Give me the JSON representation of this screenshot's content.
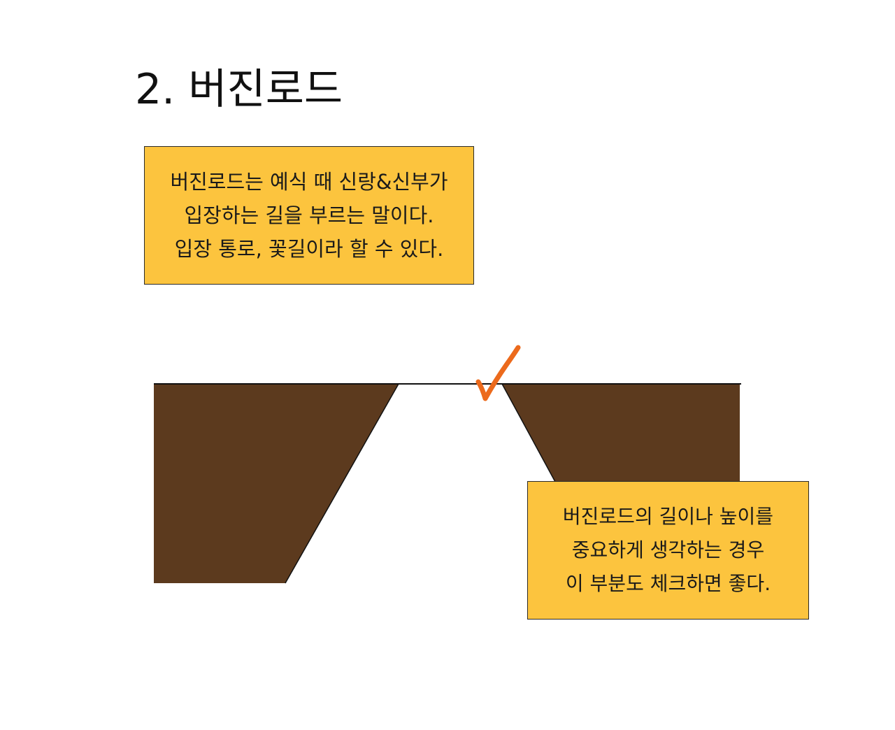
{
  "title": "2. 버진로드",
  "note_top": {
    "lines": [
      "버진로드는 예식 때 신랑&신부가",
      "입장하는 길을 부르는 말이다.",
      "입장 통로, 꽃길이라 할 수 있다."
    ]
  },
  "note_bottom": {
    "lines": [
      "버진로드의 길이나 높이를",
      "중요하게 생각하는 경우",
      "이 부분도 체크하면 좋다."
    ]
  },
  "colors": {
    "note_fill": "#fcc43e",
    "platform_fill": "#5c3a1e",
    "checkmark": "#ec6a1c",
    "line": "#111111"
  },
  "icons": {
    "checkmark": "checkmark-icon"
  }
}
